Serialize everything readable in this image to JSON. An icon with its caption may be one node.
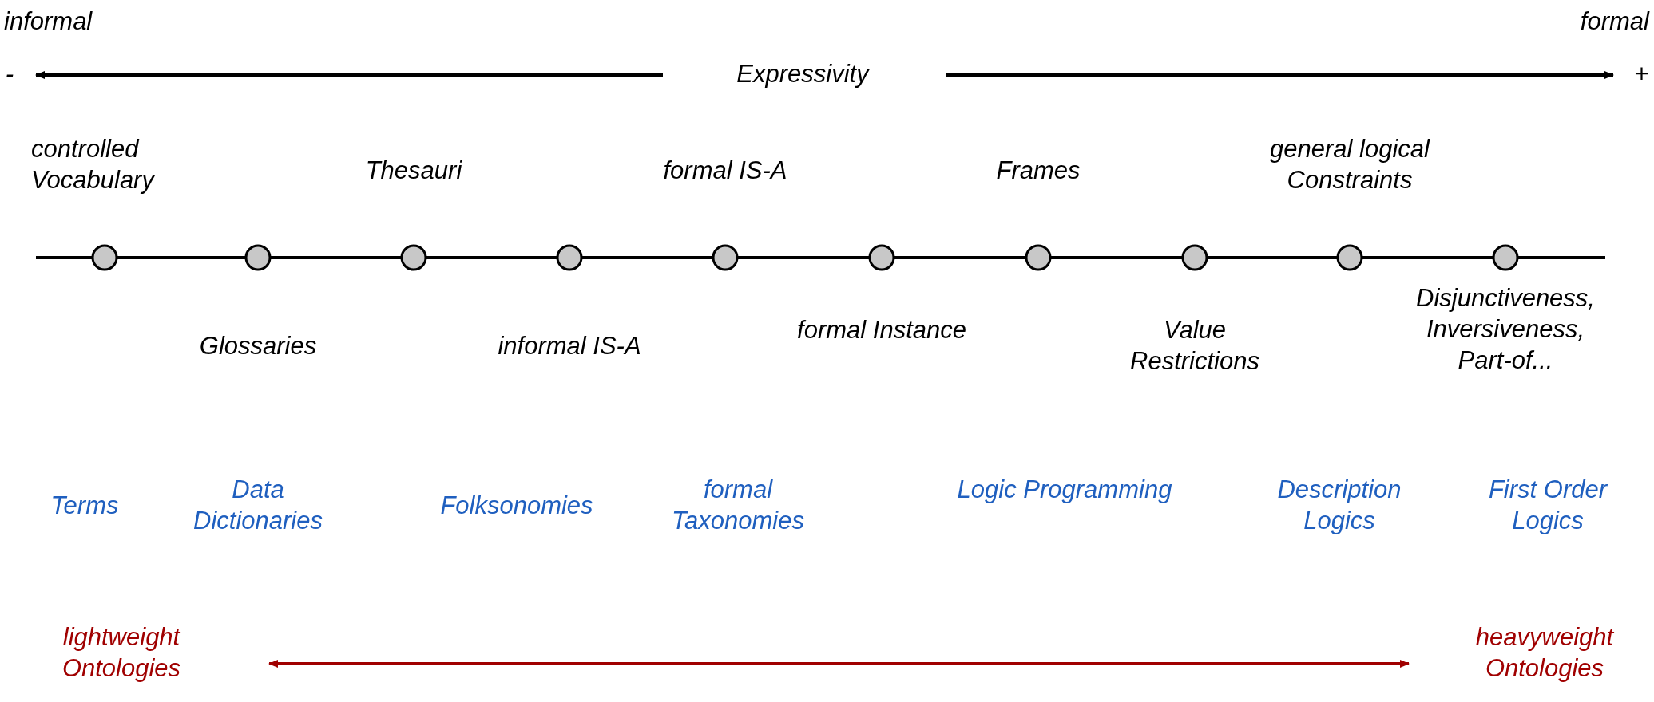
{
  "diagram": {
    "nodes": [
      {
        "text": [],
        "shape": "circle",
        "beside": [
          "controlled Vocabulary"
        ]
      },
      {
        "text": [],
        "shape": "circle",
        "beside": [
          "Glossaries"
        ]
      },
      {
        "text": [],
        "shape": "circle",
        "beside": [
          "Thesauri"
        ]
      },
      {
        "text": [],
        "shape": "circle",
        "beside": [
          "informal IS-A"
        ]
      },
      {
        "text": [],
        "shape": "circle",
        "beside": [
          "formal IS-A"
        ]
      },
      {
        "text": [],
        "shape": "circle",
        "beside": [
          "formal Instance"
        ]
      },
      {
        "text": [],
        "shape": "circle",
        "beside": [
          "Frames"
        ]
      },
      {
        "text": [],
        "shape": "circle",
        "beside": [
          "Value Restrictions"
        ]
      },
      {
        "text": [],
        "shape": "circle",
        "beside": [
          "general logical Constraints"
        ]
      },
      {
        "text": [],
        "shape": "circle",
        "beside": [
          "Disjunctiveness, Inversiveness, Part-of..."
        ]
      },
      {
        "text": [
          "lightweight Ontologies"
        ]
      },
      {
        "text": [
          "heavyweight Ontologies"
        ]
      }
    ],
    "edges": [
      {
        "from": 0,
        "to": 1,
        "arrow": "none"
      },
      {
        "from": 1,
        "to": 2,
        "arrow": "none"
      },
      {
        "from": 2,
        "to": 3,
        "arrow": "none"
      },
      {
        "from": 3,
        "to": 4,
        "arrow": "none"
      },
      {
        "from": 4,
        "to": 5,
        "arrow": "none"
      },
      {
        "from": 5,
        "to": 6,
        "arrow": "none"
      },
      {
        "from": 6,
        "to": 7,
        "arrow": "none"
      },
      {
        "from": 7,
        "to": 8,
        "arrow": "none"
      },
      {
        "from": 8,
        "to": 9,
        "arrow": "none"
      },
      {
        "from": 10,
        "to": 11,
        "arrow": "both",
        "color": "#a00000"
      }
    ],
    "labels": [
      "informal",
      "formal",
      "-",
      "Expressivity",
      "+",
      "Terms",
      "Data Dictionaries",
      "Folksonomies",
      "formal Taxonomies",
      "Logic Programming",
      "Description Logics",
      "First Order Logics"
    ]
  }
}
